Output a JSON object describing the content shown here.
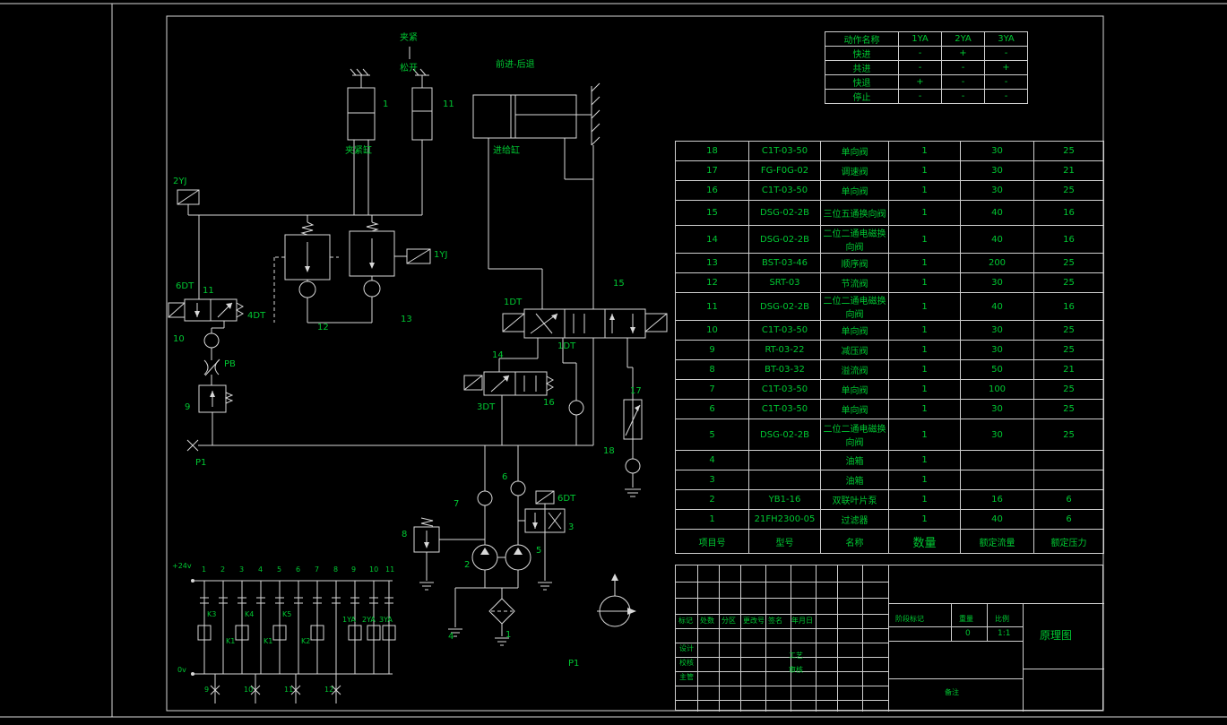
{
  "meta": {
    "background_color": "#000000",
    "line_color": "#D8D8D8",
    "text_green": "#00C832"
  },
  "action_table": {
    "header": [
      "动作名称",
      "1YA",
      "2YA",
      "3YA"
    ],
    "rows": [
      {
        "name": "快进",
        "c1": "-",
        "c2": "+",
        "c3": "-"
      },
      {
        "name": "共进",
        "c1": "-",
        "c2": "-",
        "c3": "+"
      },
      {
        "name": "快退",
        "c1": "+",
        "c2": "-",
        "c3": "-"
      },
      {
        "name": "停止",
        "c1": "-",
        "c2": "-",
        "c3": "-"
      }
    ]
  },
  "parts_table": {
    "rows": [
      {
        "no": "18",
        "model": "C1T-03-50",
        "name": "单向阀",
        "qty": "1",
        "flow": "30",
        "pressure": "25"
      },
      {
        "no": "17",
        "model": "FG-F0G-02",
        "name": "调速阀",
        "qty": "1",
        "flow": "30",
        "pressure": "21"
      },
      {
        "no": "16",
        "model": "C1T-03-50",
        "name": "单向阀",
        "qty": "1",
        "flow": "30",
        "pressure": "25"
      },
      {
        "no": "15",
        "model": "DSG-02-2B",
        "name": "三位五通换向阀",
        "qty": "1",
        "flow": "40",
        "pressure": "16"
      },
      {
        "no": "14",
        "model": "DSG-02-2B",
        "name": "二位二通电磁换向阀",
        "qty": "1",
        "flow": "40",
        "pressure": "16"
      },
      {
        "no": "13",
        "model": "BST-03-46",
        "name": "顺序阀",
        "qty": "1",
        "flow": "200",
        "pressure": "25"
      },
      {
        "no": "12",
        "model": "SRT-03",
        "name": "节流阀",
        "qty": "1",
        "flow": "30",
        "pressure": "25"
      },
      {
        "no": "11",
        "model": "DSG-02-2B",
        "name": "二位二通电磁换向阀",
        "qty": "1",
        "flow": "40",
        "pressure": "16"
      },
      {
        "no": "10",
        "model": "C1T-03-50",
        "name": "单向阀",
        "qty": "1",
        "flow": "30",
        "pressure": "25"
      },
      {
        "no": "9",
        "model": "RT-03-22",
        "name": "减压阀",
        "qty": "1",
        "flow": "30",
        "pressure": "25"
      },
      {
        "no": "8",
        "model": "BT-03-32",
        "name": "溢流阀",
        "qty": "1",
        "flow": "50",
        "pressure": "21"
      },
      {
        "no": "7",
        "model": "C1T-03-50",
        "name": "单向阀",
        "qty": "1",
        "flow": "100",
        "pressure": "25"
      },
      {
        "no": "6",
        "model": "C1T-03-50",
        "name": "单向阀",
        "qty": "1",
        "flow": "30",
        "pressure": "25"
      },
      {
        "no": "5",
        "model": "DSG-02-2B",
        "name": "二位二通电磁换向阀",
        "qty": "1",
        "flow": "30",
        "pressure": "25"
      },
      {
        "no": "4",
        "model": "",
        "name": "油箱",
        "qty": "1",
        "flow": "",
        "pressure": ""
      },
      {
        "no": "3",
        "model": "",
        "name": "油箱",
        "qty": "1",
        "flow": "",
        "pressure": ""
      },
      {
        "no": "2",
        "model": "YB1-16",
        "name": "双联叶片泵",
        "qty": "1",
        "flow": "16",
        "pressure": "6"
      },
      {
        "no": "1",
        "model": "21FH2300-05",
        "name": "过滤器",
        "qty": "1",
        "flow": "40",
        "pressure": "6"
      }
    ],
    "footer": {
      "no": "项目号",
      "model": "型号",
      "name": "名称",
      "qty": "数量",
      "flow": "额定流量",
      "pressure": "额定压力"
    }
  },
  "title_block": {
    "change_row": [
      "标记",
      "处数",
      "分区",
      "更改号",
      "签名",
      "年月日"
    ],
    "roles_left": [
      "设计",
      "校核",
      "主管"
    ],
    "roles_mid": [
      "工艺",
      "审核"
    ],
    "stage": "阶段标记",
    "weight": "重量",
    "scale": "比例",
    "weight_value": "0",
    "scale_value": "1:1",
    "drawing_title": "原理图",
    "note": "备注"
  },
  "schematic": {
    "labels": {
      "clamp": "夹紧",
      "release": "松开",
      "fwd_back": "前进-后退",
      "clamp_cyl": "夹紧缸",
      "feed_cyl": "进给缸",
      "n1": "1",
      "n11": "11",
      "yj2": "2YJ",
      "yj1": "1YJ",
      "dt6": "6DT",
      "v11": "11",
      "dt4": "4DT",
      "v10": "10",
      "pb": "PB",
      "v9": "9",
      "p1": "P1",
      "v12": "12",
      "v13": "13",
      "v15": "15",
      "dt1a": "1DT",
      "dt1b": "1DT",
      "v14": "14",
      "dt3": "3DT",
      "v16": "16",
      "v17": "17",
      "v18": "18",
      "v7": "7",
      "v6": "6",
      "dt6b": "6DT",
      "v3": "3",
      "v5": "5",
      "v8": "8",
      "v2": "2",
      "v4": "4",
      "v1b": "1",
      "p1b": "P1"
    }
  },
  "ladder": {
    "rail_pos": "+24v",
    "rail_neg": "0v",
    "cols": [
      "1",
      "2",
      "3",
      "4",
      "5",
      "6",
      "7",
      "8",
      "9",
      "10",
      "11"
    ],
    "relays": [
      "K3",
      "K1",
      "K4",
      "K1",
      "K5",
      "K2"
    ],
    "coils": [
      "1YA",
      "2YA",
      "3YA"
    ],
    "bottom": [
      "9",
      "10",
      "11",
      "12"
    ]
  }
}
